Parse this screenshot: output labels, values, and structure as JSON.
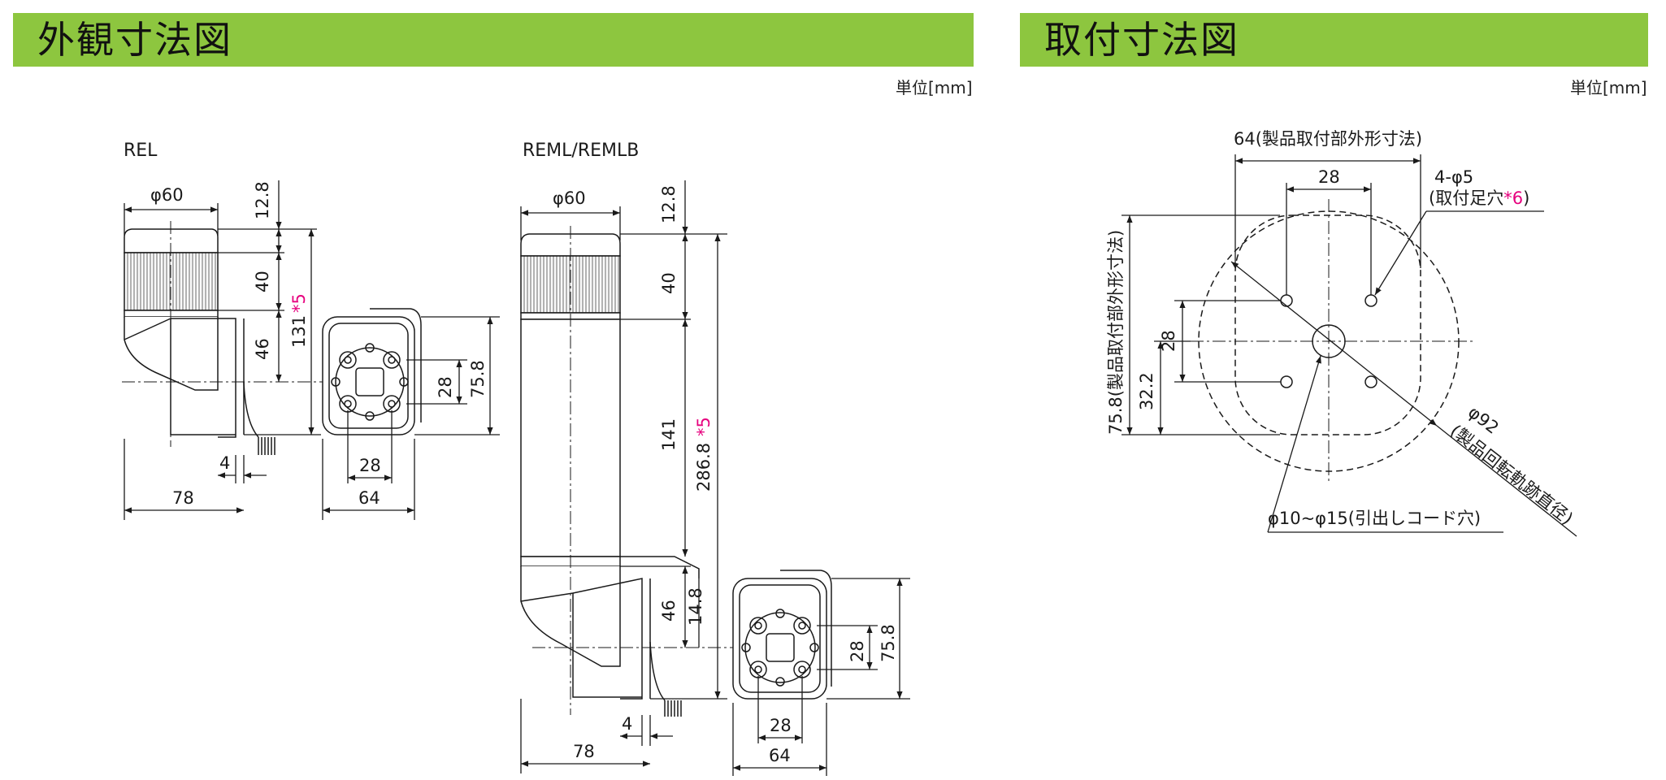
{
  "sections": {
    "external": {
      "title": "外観寸法図",
      "unit": "単位[mm]"
    },
    "mounting": {
      "title": "取付寸法図",
      "unit": "単位[mm]"
    }
  },
  "rel": {
    "label": "REL",
    "d_phi60": "φ60",
    "d_12_8": "12.8",
    "d_40": "40",
    "d_46": "46",
    "d_131": "131",
    "note_mark": "*5",
    "d_28v": "28",
    "d_75_8": "75.8",
    "d_4": "4",
    "d_78": "78",
    "d_28h": "28",
    "d_64": "64"
  },
  "reml": {
    "label": "REML/REMLB",
    "d_phi60": "φ60",
    "d_12_8": "12.8",
    "d_40": "40",
    "d_141": "141",
    "d_286_8": "286.8",
    "note_mark": "*5",
    "d_46": "46",
    "d_14_8": "14.8",
    "d_28v": "28",
    "d_75_8": "75.8",
    "d_4": "4",
    "d_78": "78",
    "d_28h": "28",
    "d_64": "64"
  },
  "mount": {
    "d_64_outline": "64(製品取付部外形寸法)",
    "d_28": "28",
    "holes_line1": "4-φ5",
    "holes_line2": "(取付足穴",
    "holes_mark": "*6",
    "holes_close": ")",
    "d_75_8_outline": "75.8(製品取付部外形寸法)",
    "d_32_2": "32.2",
    "d_28v": "28",
    "cord_hole": "φ10~φ15(引出しコード穴)",
    "rot_dia": "φ92",
    "rot_desc": "(製品回転軌跡直径)"
  },
  "colors": {
    "banner": "#8dc63f",
    "note": "#e6007e",
    "line": "#1a1a1a"
  }
}
